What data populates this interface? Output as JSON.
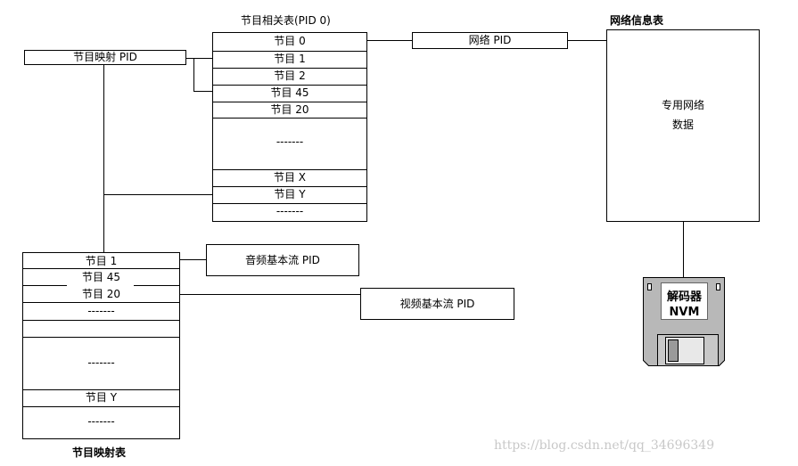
{
  "pat": {
    "title": "节目相关表(PID 0)",
    "rows": [
      "节目  0",
      "节目 1",
      "节目 2",
      "节目 45",
      "节目 20",
      "-------",
      "节目 X",
      "节目  Y",
      "-------"
    ]
  },
  "pmt_pid_box": "节目映射  PID",
  "network_pid_box": "网络  PID",
  "nit": {
    "title": "网络信息表",
    "body_line1": "专用网络",
    "body_line2": "数据"
  },
  "pmt": {
    "title": "节目映射表",
    "rows": [
      "节目  1",
      "节目  45",
      "节目  20",
      "-------",
      "",
      "-------",
      "节目  Y",
      "-------"
    ]
  },
  "audio_pid_box": "音频基本流 PID",
  "video_pid_box": "视频基本流 PID",
  "decoder": {
    "line1": "解码器",
    "line2": "NVM"
  },
  "watermark": "https://blog.csdn.net/qq_34696349"
}
